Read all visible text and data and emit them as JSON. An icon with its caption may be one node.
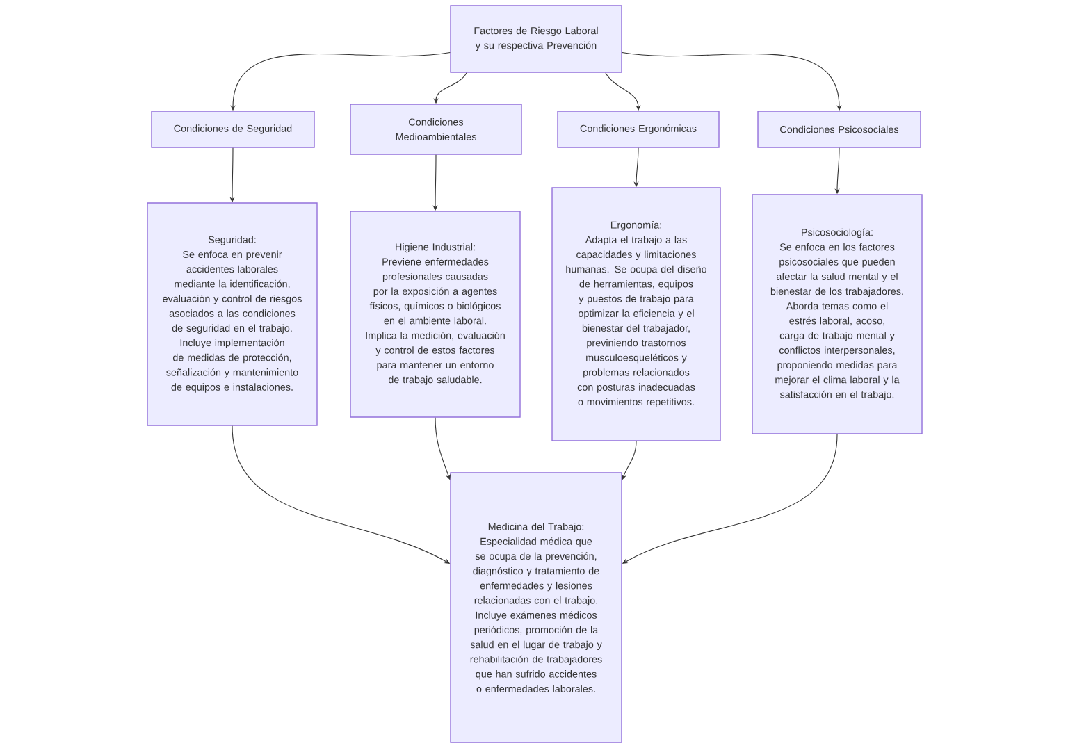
{
  "diagram": {
    "nodes": [
      {
        "text": [
          "Factores de Riesgo Laboral y su respectiva Prevención"
        ]
      },
      {
        "text": [
          "Condiciones de Seguridad"
        ]
      },
      {
        "text": [
          "Condiciones Medioambientales"
        ]
      },
      {
        "text": [
          "Condiciones Ergonómicas"
        ]
      },
      {
        "text": [
          "Condiciones Psicosociales"
        ]
      },
      {
        "text": [
          "Seguridad:",
          "Se enfoca en prevenir accidentes laborales mediante la identificación, evaluación y control de riesgos asociados a las condiciones de seguridad en el trabajo. Incluye implementación de medidas de protección, señalización y mantenimiento de equipos e instalaciones."
        ]
      },
      {
        "text": [
          "Higiene Industrial:",
          "Previene enfermedades profesionales causadas por la exposición a agentes físicos, químicos o biológicos en el ambiente laboral.",
          "Implica la medición, evaluación y control de estos factores para mantener un entorno de trabajo saludable."
        ]
      },
      {
        "text": [
          "Ergonomía:",
          "Adapta el trabajo a las capacidades y limitaciones humanas. Se ocupa del diseño de herramientas, equipos y puestos de trabajo para optimizar la eficiencia y el bienestar del trabajador, previniendo trastornos musculoesqueléticos y problemas relacionados con posturas inadecuadas o movimientos repetitivos."
        ]
      },
      {
        "text": [
          "Psicosociología:",
          "Se enfoca en los factores psicosociales que pueden afectar la salud mental y el bienestar de los trabajadores. Aborda temas como el estrés laboral, acoso, carga de trabajo mental y conflictos interpersonales, proponiendo medidas para mejorar el clima laboral y la satisfacción en el trabajo."
        ]
      },
      {
        "text": [
          "Medicina del Trabajo:",
          "Especialidad médica que se ocupa de la prevención, diagnóstico y tratamiento de enfermedades y lesiones relacionadas con el trabajo. Incluye exámenes médicos periódicos, promoción de la salud en el lugar de trabajo y rehabilitación de trabajadores que han sufrido accidentes o enfermedades laborales."
        ]
      }
    ],
    "edges": [
      {
        "from": 0,
        "to": 1,
        "arrow": "to"
      },
      {
        "from": 0,
        "to": 2,
        "arrow": "to"
      },
      {
        "from": 0,
        "to": 3,
        "arrow": "to"
      },
      {
        "from": 0,
        "to": 4,
        "arrow": "to"
      },
      {
        "from": 1,
        "to": 5,
        "arrow": "to"
      },
      {
        "from": 2,
        "to": 6,
        "arrow": "to"
      },
      {
        "from": 3,
        "to": 7,
        "arrow": "to"
      },
      {
        "from": 4,
        "to": 8,
        "arrow": "to"
      },
      {
        "from": 5,
        "to": 9,
        "arrow": "to"
      },
      {
        "from": 6,
        "to": 9,
        "arrow": "to"
      },
      {
        "from": 7,
        "to": 9,
        "arrow": "to"
      },
      {
        "from": 8,
        "to": 9,
        "arrow": "to"
      }
    ]
  }
}
